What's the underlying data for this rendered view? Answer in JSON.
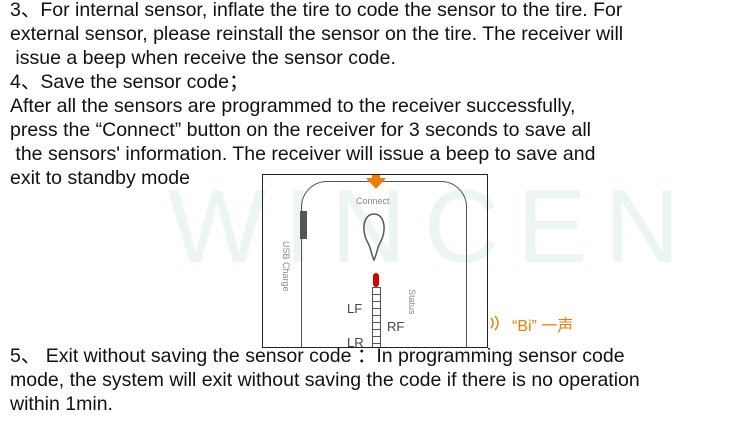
{
  "watermark": "WINCEN",
  "paragraphs": [
    "3、For internal sensor, inflate the tire to code the sensor to the tire. For",
    "external sensor, please reinstall the sensor on the tire. The receiver will",
    " issue a beep when receive the sensor code.",
    "4、Save the sensor code；",
    "After all the sensors are programmed to the receiver successfully,",
    "press the “Connect” button on the receiver for 3 seconds to save all",
    " the sensors' information. The receiver will issue a beep to save and",
    "exit to standby mode",
    "5、 Exit without saving the sensor code ：In programming sensor code",
    "mode, the system will exit without saving the code if there is no operation",
    "within 1min."
  ],
  "diagram": {
    "connect_label": "Connect",
    "usb_label": "USB Charge",
    "status_label": "Status",
    "lf_label": "LF",
    "rf_label": "RF",
    "lr_label": "LR",
    "beep_text": "“Bi”  一声",
    "accent_color": "#f07d00"
  }
}
